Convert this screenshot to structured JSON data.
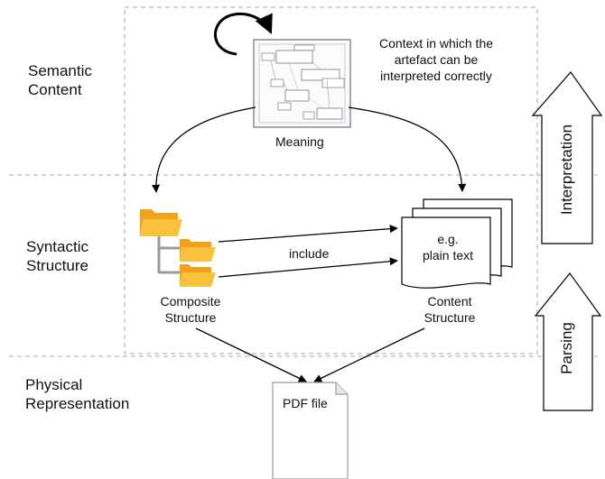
{
  "layers": {
    "semantic": [
      "Semantic",
      "Content"
    ],
    "syntactic": [
      "Syntactic",
      "Structure"
    ],
    "physical": [
      "Physical",
      "Representation"
    ]
  },
  "meaning": {
    "caption": "Meaning",
    "context": [
      "Context in which the",
      "artefact can be",
      "interpreted correctly"
    ]
  },
  "composite": [
    "Composite",
    "Structure"
  ],
  "content": {
    "label": [
      "Content",
      "Structure"
    ],
    "example": [
      "e.g.",
      "plain text"
    ]
  },
  "include_label": "include",
  "pdf_label": "PDF file",
  "side_arrows": {
    "interpretation": "Interpretation",
    "parsing": "Parsing"
  },
  "colors": {
    "folder_back": "#f2a11a",
    "folder_front": "#f8c23f",
    "folder_tree": "#9a9a9a",
    "dashed_line": "#a8a8a8",
    "stroke": "#000000"
  }
}
